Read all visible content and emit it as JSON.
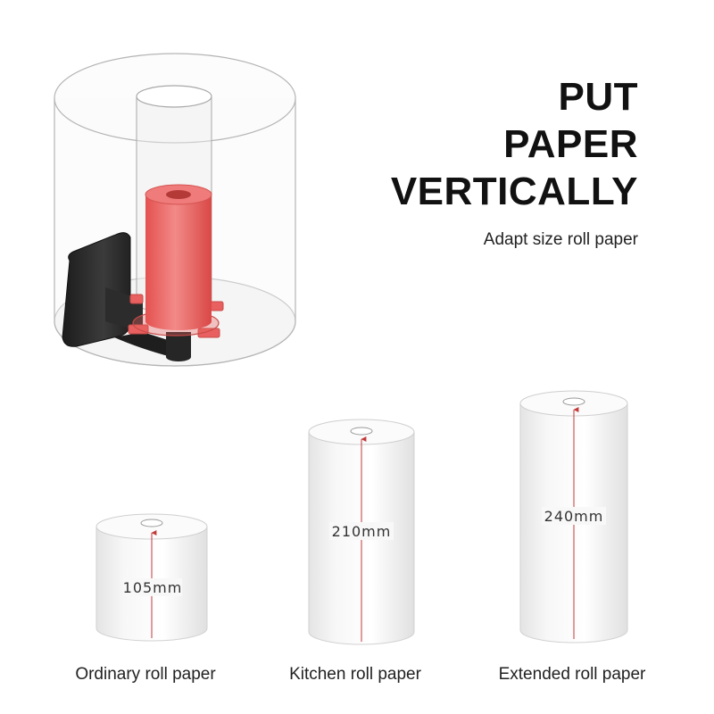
{
  "headline": {
    "line1": "PUT",
    "line2": "PAPER",
    "line3": "VERTICALLY"
  },
  "subtitle": "Adapt size roll paper",
  "rolls": [
    {
      "name": "Ordinary roll paper",
      "height_label": "105mm"
    },
    {
      "name": "Kitchen roll paper",
      "height_label": "210mm"
    },
    {
      "name": "Extended roll paper",
      "height_label": "240mm"
    }
  ],
  "colors": {
    "holder_red": "#e8605f",
    "mount_dark": "#2a2a2a",
    "dimension_arrow": "#c23a3a",
    "outline": "#9a9a9a"
  },
  "icons": [
    "roll-holder-illustration",
    "ordinary-roll-icon",
    "kitchen-roll-icon",
    "extended-roll-icon"
  ]
}
